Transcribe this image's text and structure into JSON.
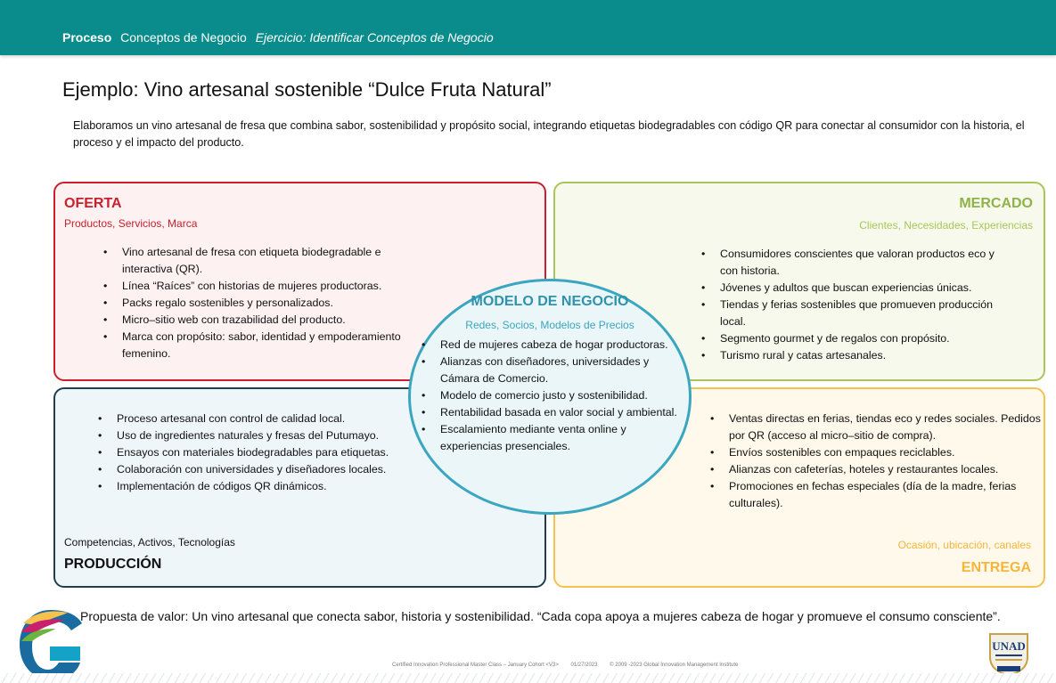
{
  "header": {
    "crumb_1": "Proceso",
    "crumb_2": "Conceptos de Negocio",
    "crumb_3": "Ejercicio: Identificar Conceptos de Negocio"
  },
  "title": "Ejemplo: Vino artesanal sostenible “Dulce Fruta Natural”",
  "description": "Elaboramos un vino artesanal de fresa que combina sabor, sostenibilidad y propósito social, integrando etiquetas biodegradables con código QR para conectar al consumidor con la historia, el proceso y el impacto del producto.",
  "oferta": {
    "title": "OFERTA",
    "subtitle": "Productos, Servicios, Marca",
    "items": [
      "Vino artesanal de fresa con etiqueta biodegradable e interactiva (QR).",
      "Línea “Raíces” con historias de mujeres productoras.",
      "Packs regalo sostenibles y personalizados.",
      "Micro–sitio web con trazabilidad del producto.",
      "Marca con propósito: sabor, identidad y empoderamiento femenino."
    ]
  },
  "mercado": {
    "title": "MERCADO",
    "subtitle": "Clientes, Necesidades, Experiencias",
    "items": [
      "Consumidores conscientes que valoran productos eco y con historia.",
      "Jóvenes y adultos que buscan experiencias únicas.",
      "Tiendas y ferias sostenibles que promueven producción local.",
      "Segmento gourmet y de regalos con propósito.",
      "Turismo rural y catas artesanales."
    ]
  },
  "modelo": {
    "title": "MODELO DE NEGOCIO",
    "subtitle": "Redes, Socios, Modelos de Precios",
    "items": [
      "Red de mujeres cabeza de hogar productoras.",
      "Alianzas con diseñadores, universidades y Cámara de Comercio.",
      "Modelo de comercio justo y sostenibilidad.",
      "Rentabilidad basada en valor social y ambiental.",
      "Escalamiento mediante venta online y experiencias presenciales."
    ]
  },
  "produccion": {
    "title": "PRODUCCIÓN",
    "subtitle": "Competencias, Activos, Tecnologías",
    "items": [
      "Proceso artesanal con control de calidad local.",
      "Uso de ingredientes naturales y fresas del Putumayo.",
      "Ensayos con materiales biodegradables para etiquetas.",
      "Colaboración con universidades y diseñadores locales.",
      "Implementación de códigos QR dinámicos."
    ]
  },
  "entrega": {
    "title": "ENTREGA",
    "subtitle": "Ocasión, ubicación, canales",
    "items": [
      "Ventas directas en ferias, tiendas eco y redes sociales. Pedidos por QR (acceso al micro–sitio de compra).",
      "Envíos sostenibles con empaques reciclables.",
      "Alianzas con cafeterías, hoteles y restaurantes locales.",
      "Promociones en fechas especiales (día de la madre, ferias culturales)."
    ]
  },
  "value_proposition": "Propuesta de valor: Un vino artesanal que conecta sabor, historia y sostenibilidad. “Cada copa apoya a mujeres cabeza de hogar y promueve el consumo consciente”.",
  "footer": {
    "course": "Certified Innovation Professional Master Class – January Cohort <V3>",
    "date": "01/27/2023",
    "copyright": "© 2009 -2023 Global Innovation Management Institute"
  },
  "unad_logo_text": "UNAD",
  "colors": {
    "header": "#0b8c8c",
    "oferta": "#c8202d",
    "mercado": "#a9c758",
    "produccion": "#1f3f4a",
    "entrega": "#f6c24f",
    "modelo": "#3aa6bf"
  }
}
